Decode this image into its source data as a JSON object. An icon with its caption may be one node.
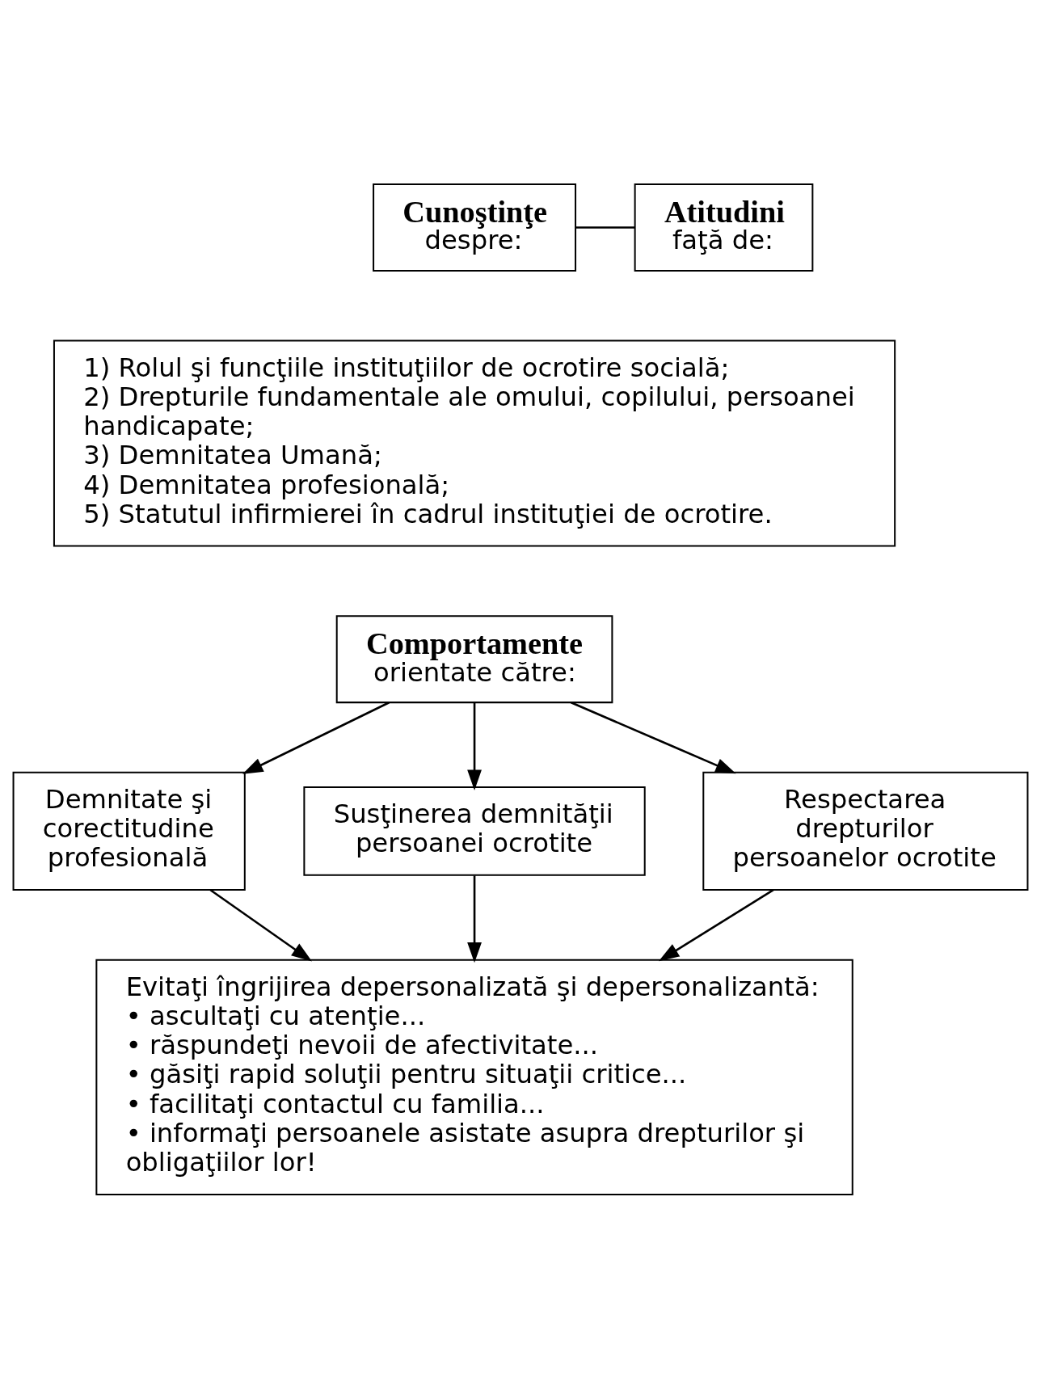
{
  "diagram": {
    "nodes": [
      {
        "text": [
          "Cunoştinţe",
          "despre:"
        ]
      },
      {
        "text": [
          "Atitudini",
          "faţă de:"
        ]
      },
      {
        "text": [
          "1) Rolul şi funcţiile instituţiilor de ocrotire socială;",
          "2) Drepturile fundamentale ale omului, copilului, persoanei handicapate;",
          "3) Demnitatea Umană;",
          "4) Demnitatea profesională;",
          "5) Statutul infirmierei în cadrul instituţiei de ocrotire."
        ]
      },
      {
        "text": [
          "Comportamente",
          "orientate către:"
        ]
      },
      {
        "text": [
          "Demnitate şi corectitudine profesională"
        ]
      },
      {
        "text": [
          "Susţinerea demnităţii persoanei ocrotite"
        ]
      },
      {
        "text": [
          "Respectarea drepturilor persoanelor ocrotite"
        ]
      },
      {
        "text": [
          "Evitaţi îngrijirea depersonalizată şi depersonalizantă:",
          "• ascultaţi cu atenţie...",
          "• răspundeţi nevoii de afectivitate...",
          "• găsiţi rapid soluţii pentru situaţii critice...",
          "• facilitaţi contactul cu familia...",
          "• informaţi persoanele asistate asupra drepturilor şi obligaţiilor lor!"
        ]
      }
    ],
    "edges": [
      {
        "from": 0,
        "to": 1,
        "arrow": "none"
      },
      {
        "from": 3,
        "to": 4,
        "arrow": "to"
      },
      {
        "from": 3,
        "to": 5,
        "arrow": "to"
      },
      {
        "from": 3,
        "to": 6,
        "arrow": "to"
      },
      {
        "from": 4,
        "to": 7,
        "arrow": "to"
      },
      {
        "from": 5,
        "to": 7,
        "arrow": "to"
      },
      {
        "from": 6,
        "to": 7,
        "arrow": "to"
      }
    ]
  }
}
